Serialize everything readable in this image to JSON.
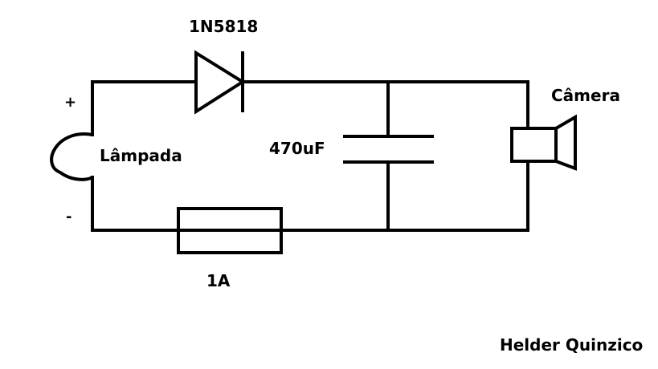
{
  "diagram": {
    "plus_sign": "+",
    "minus_sign": "-",
    "lamp_label": "Lâmpada",
    "diode_label": "1N5818",
    "capacitor_label": "470uF",
    "camera_label": "Câmera",
    "fuse_label": "1A",
    "author": "Helder Quinzico"
  }
}
